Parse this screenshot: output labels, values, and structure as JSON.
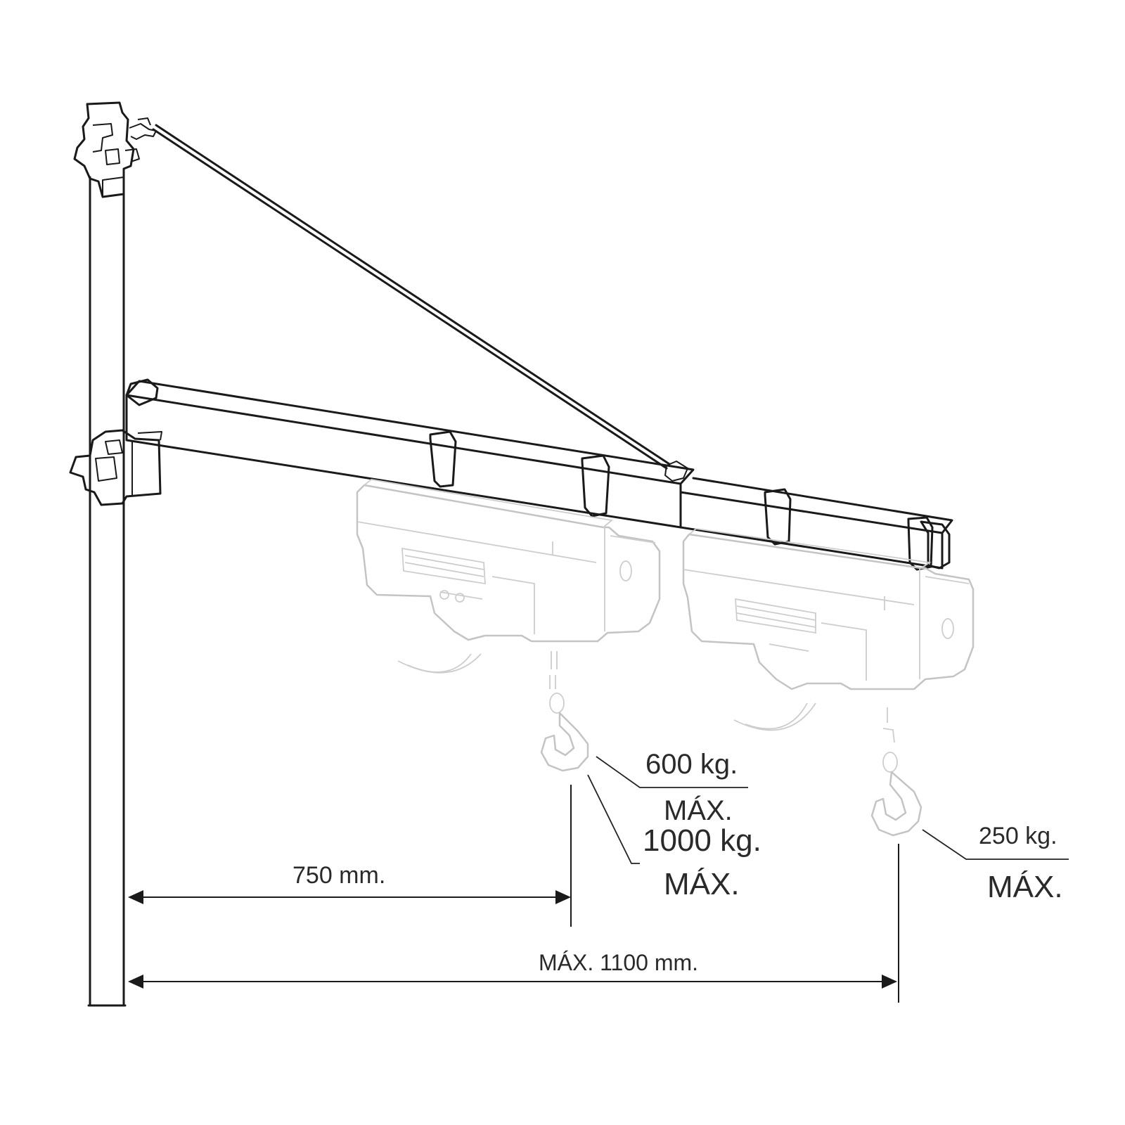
{
  "labels": {
    "load_600": "600 kg.",
    "max_600": "MÁX.",
    "load_1000": "1000 kg.",
    "max_1000": "MÁX.",
    "load_250": "250 kg.",
    "max_250": "MÁX.",
    "dim_750": "750 mm.",
    "dim_1100": "MÁX. 1100 mm."
  },
  "colors": {
    "line": "#1a1a1a",
    "ghost_hoist": "#c4c4c4",
    "text": "#2a2a2a"
  }
}
